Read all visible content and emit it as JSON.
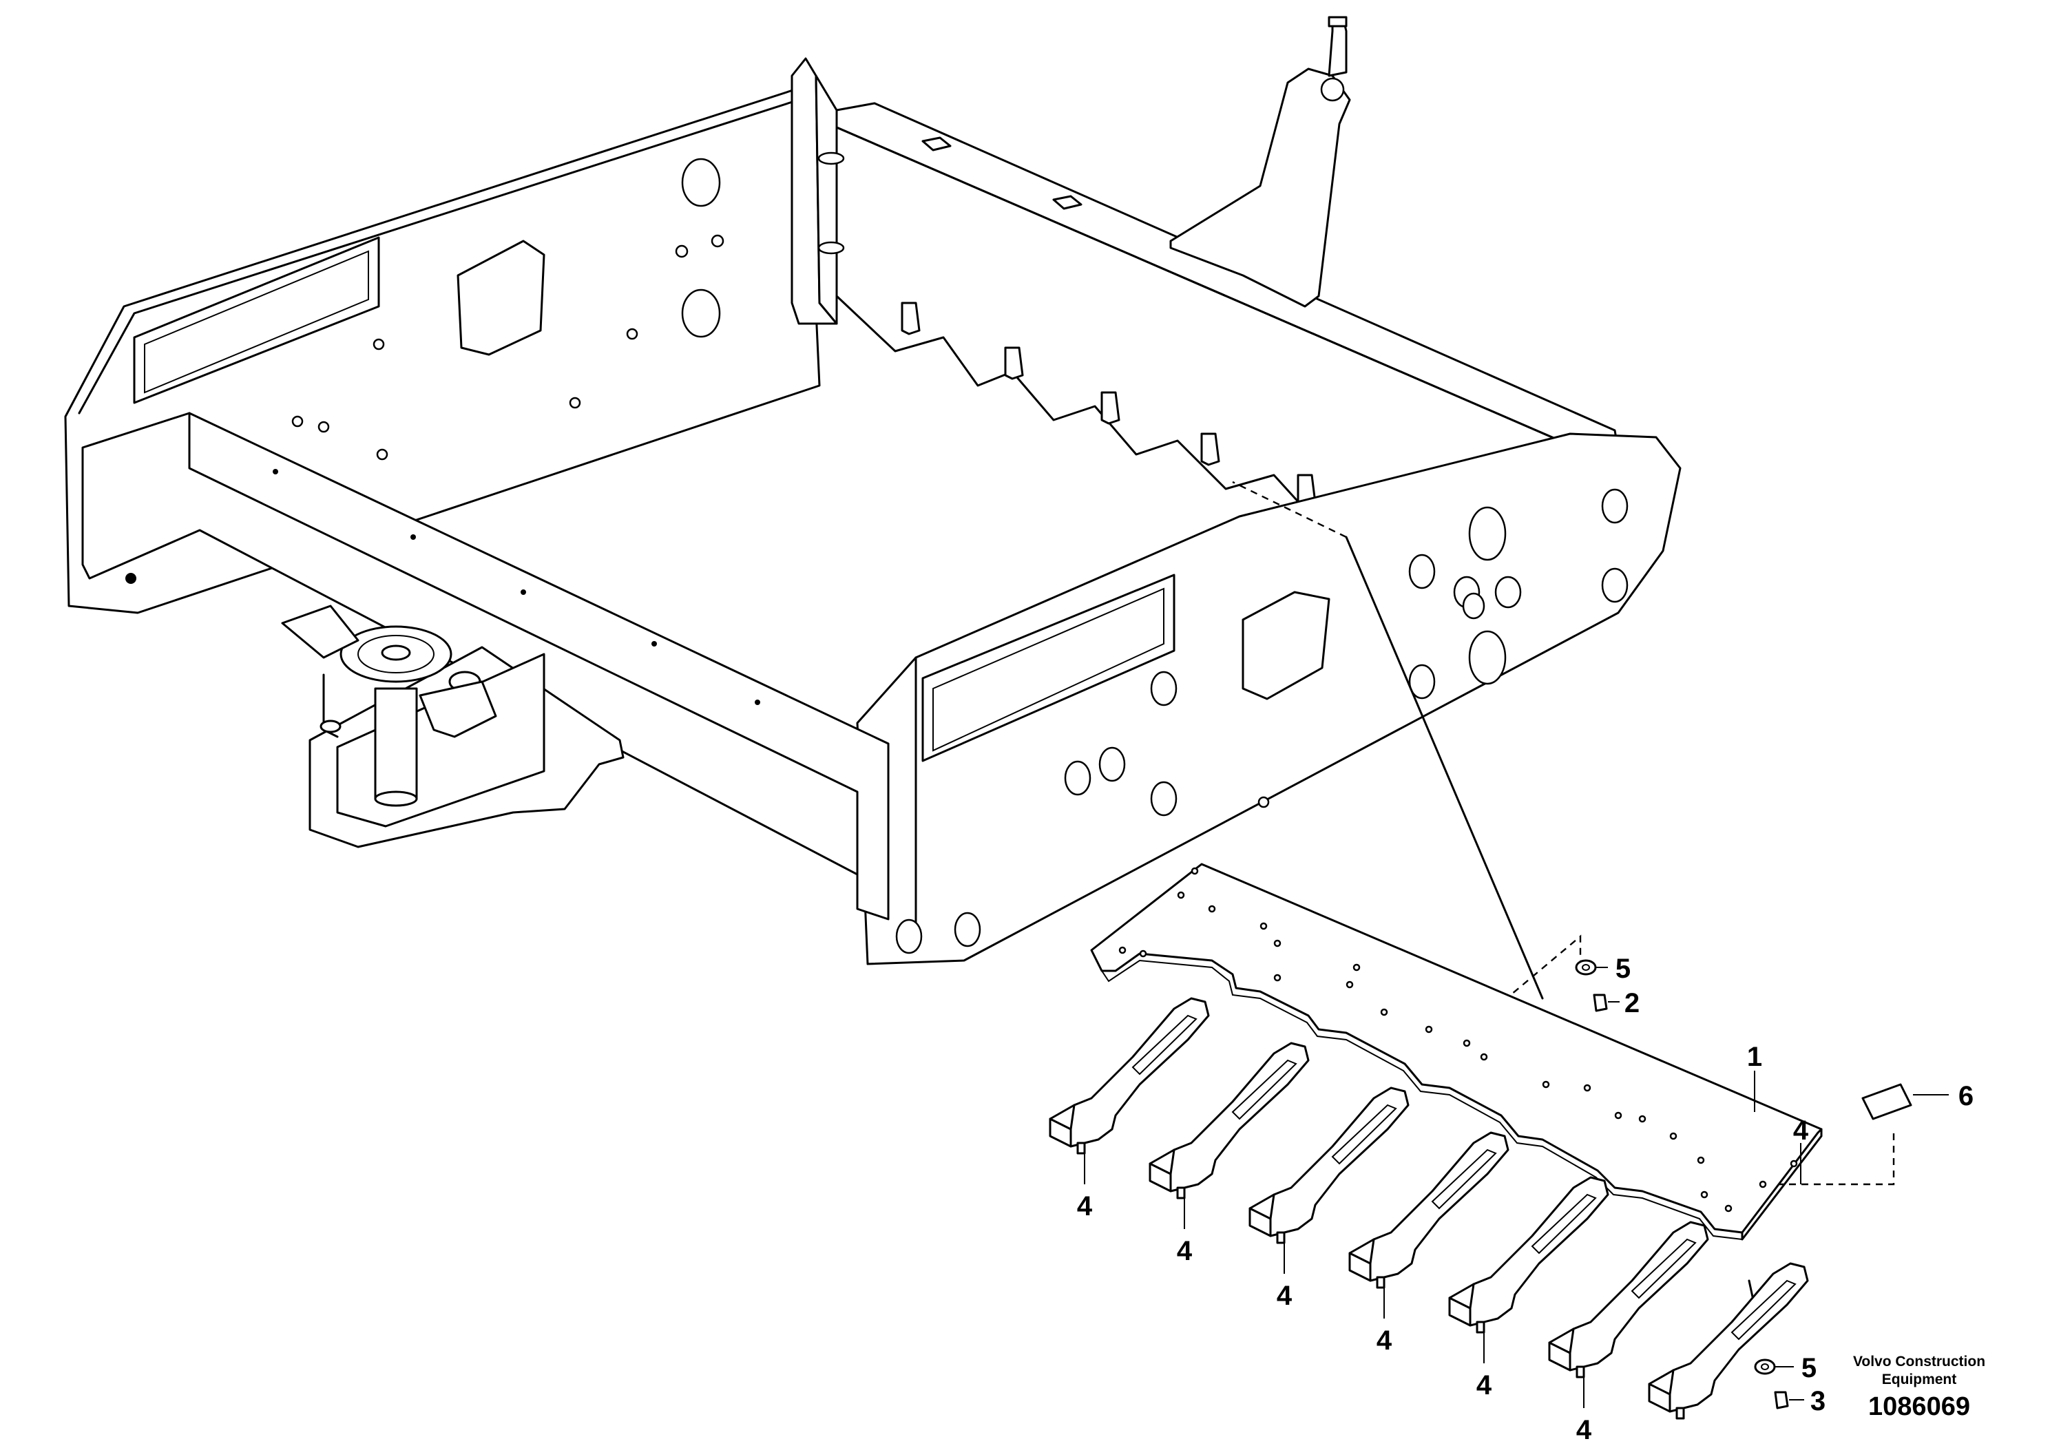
{
  "callouts": [
    {
      "id": "c1",
      "text": "1"
    },
    {
      "id": "c2",
      "text": "2"
    },
    {
      "id": "c3",
      "text": "3"
    },
    {
      "id": "c4a",
      "text": "4"
    },
    {
      "id": "c4b",
      "text": "4"
    },
    {
      "id": "c4c",
      "text": "4"
    },
    {
      "id": "c4d",
      "text": "4"
    },
    {
      "id": "c4e",
      "text": "4"
    },
    {
      "id": "c4f",
      "text": "4"
    },
    {
      "id": "c4g",
      "text": "4"
    },
    {
      "id": "c5a",
      "text": "5"
    },
    {
      "id": "c5b",
      "text": "5"
    },
    {
      "id": "c6",
      "text": "6"
    }
  ],
  "brand": "Volvo Construction Equipment",
  "drawing_number": "1086069"
}
